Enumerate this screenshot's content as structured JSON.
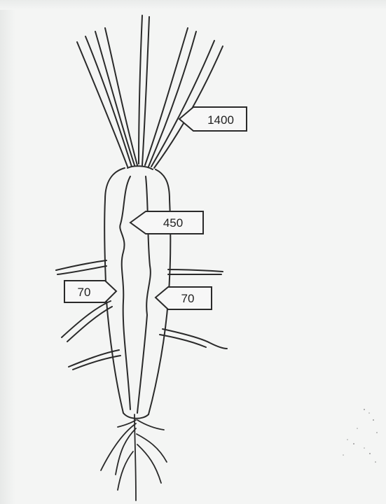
{
  "diagram": {
    "labels": {
      "leaves": "1400",
      "upper_root": "450",
      "left_lateral": "70",
      "right_lateral": "70"
    }
  },
  "colors": {
    "ink": "#2a2a2a",
    "paper": "#f4f5f4",
    "tag_fill": "#f7f7f7"
  }
}
